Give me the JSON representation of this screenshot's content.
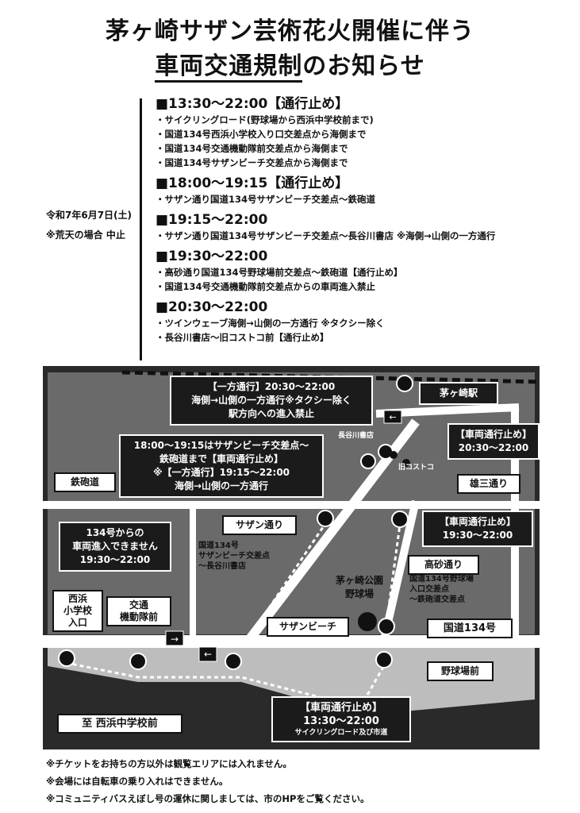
{
  "title": {
    "line1": "茅ヶ崎サザン芸術花火開催に伴う",
    "line2_main": "車両交通規制",
    "line2_tail": "のお知らせ"
  },
  "event": {
    "date": "令和7年6月7日(土)",
    "note": "※荒天の場合 中止"
  },
  "schedule": [
    {
      "head": "■13:30〜22:00【通行止め】",
      "items": [
        "・サイクリングロード(野球場から西浜中学校前まで)",
        "・国道134号西浜小学校入り口交差点から海側まで",
        "・国道134号交通機動隊前交差点から海側まで",
        "・国道134号サザンビーチ交差点から海側まで"
      ]
    },
    {
      "head": "■18:00〜19:15【通行止め】",
      "items": [
        "・サザン通り国道134号サザンビーチ交差点〜鉄砲道"
      ]
    },
    {
      "head": "■19:15〜22:00",
      "items": [
        "・サザン通り国道134号サザンビーチ交差点〜長谷川書店 ※海側→山側の一方通行"
      ]
    },
    {
      "head": "■19:30〜22:00",
      "items": [
        "・高砂通り国道134号野球場前交差点〜鉄砲道【通行止め】",
        "・国道134号交通機動隊前交差点からの車両進入禁止"
      ]
    },
    {
      "head": "■20:30〜22:00",
      "items": [
        "・ツインウェーブ海側→山側の一方通行 ※タクシー除く",
        "・長谷川書店〜旧コストコ前【通行止め】"
      ]
    }
  ],
  "map": {
    "oneway_box": [
      "【一方通行】20:30〜22:00",
      "海側→山側の一方通行※タクシー除く",
      "駅方向への進入禁止"
    ],
    "station": "茅ヶ崎駅",
    "southern_box": [
      "18:00〜19:15はサザンビーチ交差点〜",
      "鉄砲道まで【車両通行止め】",
      "※【一方通行】19:15〜22:00",
      "海側→山側の一方通行"
    ],
    "closed_2030": [
      "【車両通行止め】",
      "20:30〜22:00"
    ],
    "hasegawa": "長谷川書店",
    "costco": "旧コストコ",
    "teppodo": "鉄砲道",
    "yuzo": "雄三通り",
    "southern_dori": "サザン通り",
    "closed_1930": [
      "【車両通行止め】",
      "19:30〜22:00"
    ],
    "no_entry_box": [
      "134号からの",
      "車両進入できません",
      "19:30〜22:00"
    ],
    "route134_southern": [
      "国道134号",
      "サザンビーチ交差点",
      "〜長谷川書店"
    ],
    "takasago": "高砂通り",
    "takasago_desc": [
      "国道134号野球場",
      "入口交差点",
      "〜鉄砲道交差点"
    ],
    "stadium": [
      "茅ヶ崎公園",
      "野球場"
    ],
    "nishihama_sho": [
      "西浜",
      "小学校",
      "入口"
    ],
    "kotsu": [
      "交通",
      "機動隊前"
    ],
    "southern_beach": "サザンビーチ",
    "route134": "国道134号",
    "yakyujo_mae": "野球場前",
    "closed_1330": [
      "【車両通行止め】",
      "13:30〜22:00",
      "サイクリングロード及び市道"
    ],
    "nishihama_chu": "至 西浜中学校前"
  },
  "notes": [
    "※チケットをお持ちの方以外は観覧エリアには入れません。",
    "※会場には自転車の乗り入れはできません。",
    "※コミュニティバスえぼし号の運休に関しましては、市のHPをご覧ください。"
  ]
}
